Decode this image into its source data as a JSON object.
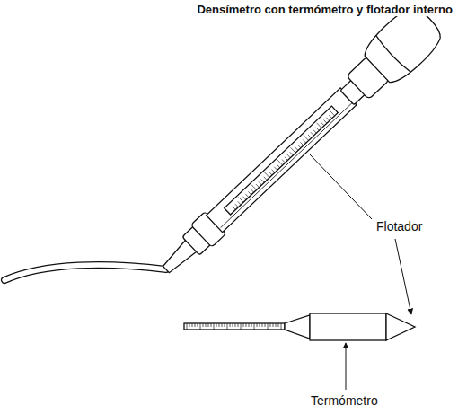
{
  "diagram": {
    "title": "Densímetro con termómetro y flotador interno",
    "labels": [
      "Flotador",
      "Termómetro"
    ]
  }
}
